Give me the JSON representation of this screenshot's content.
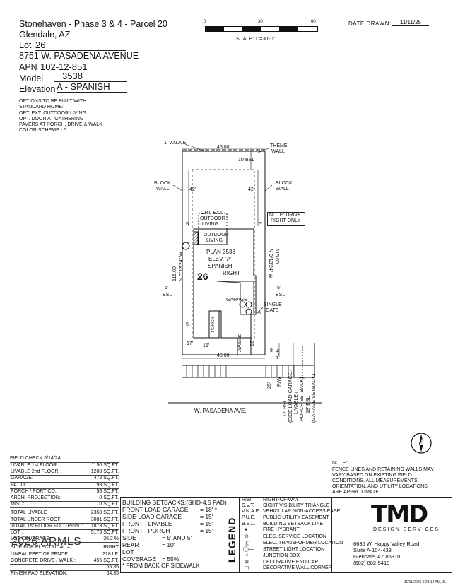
{
  "header": {
    "project": "Stonehaven - Phase 3 & 4 - Parcel 20",
    "city": "Glendale, AZ",
    "lot_label": "Lot",
    "lot": "26",
    "address": "8751 W. PASADENA AVENUE",
    "apn_label": "APN",
    "apn": "102-12-851",
    "model_label": "Model",
    "model": "3538",
    "elevation_label": "Elevation",
    "elevation": "A - SPANISH"
  },
  "options": {
    "title": "OPTIONS TO BE BUILT WITH",
    "title2": "STANDARD HOME:",
    "items": [
      "OPT. EXT. OUTDOOR LIVING",
      "OPT. DOOR AT GATHERING",
      "PAVERS AT PORCH, DRIVE & WALK",
      "COLOR SCHEME - 5"
    ]
  },
  "scale": {
    "ticks": [
      "0",
      "30",
      "60"
    ],
    "label": "SCALE:  1\"=30'-0\""
  },
  "date": {
    "label": "DATE DRAWN:",
    "value": "11/11/25"
  },
  "plan": {
    "vnae": "1' V.N.A.E.",
    "top_dim": "45.00'",
    "theme_wall": "THEME",
    "theme_wall2": "WALL",
    "rear_setback": "10'",
    "rear_bsl": "BSL",
    "block_wall_left": "BLOCK",
    "block_wall_left2": "WALL",
    "block_wall_right": "BLOCK",
    "block_wall_right2": "WALL",
    "dim_42_left": "42'",
    "dim_42_right": "42'",
    "opt_ext": "OPT. EXT.",
    "opt_ext2": "OUTDOOR",
    "opt_ext3": "LIVING",
    "note_drive": "NOTE: DRIVE",
    "note_drive2": "RIGHT ONLY",
    "outdoor": "OUTDOOR",
    "living": "LIVING",
    "plan_name": "PLAN 3538",
    "elev": "ELEV. 'A'",
    "spanish": "SPANISH",
    "right": "RIGHT",
    "lot_num": "26",
    "left_bearing": "115.00'",
    "left_bearing2": "N 0°13'24\" W",
    "right_bearing": "N 0°13'24\" W",
    "right_bearing2": "115.00'",
    "bsl5_left": "5'",
    "bsl_left": "BSL",
    "bsl5_right": "5'",
    "bsl_right": "BSL",
    "garage": "GARAGE",
    "single_gate": "SINGLE",
    "single_gate2": "GATE",
    "porch": "PORCH",
    "driveway": "DRIVEWAY",
    "dim_5a": "5'",
    "dim_5b": "5'",
    "dim_5c": "5'",
    "dim_5d": "5'",
    "dim_17": "17'",
    "dim_15": "15'",
    "dim_22": "22'",
    "dim_8": "8'",
    "pue": "PUE",
    "bottom_dim": "45.00'",
    "row_dim": "25'",
    "row_lbl": "R/W",
    "bsl12": "12' BSL",
    "bsl12b": "(SIDE LOAD GARAGE /",
    "bsl12c": "LIVABLE /",
    "bsl12d": "PORCH SETBACK)",
    "bsl18": "18' BSL",
    "bsl18b": "(GARAGE SETBACK)",
    "street": "W. PASADENA AVE."
  },
  "north": "N",
  "note": {
    "title": "NOTE:",
    "text": [
      "FENCE LINES AND RETAINING WALLS MAY",
      "VARY BASED ON EXISTING FIELD",
      "CONDITIONS. ALL MEASUREMENTS,",
      "ORIENTATION, AND UTILITY LOCATIONS",
      "ARE APPROXIMATE."
    ]
  },
  "field_check": {
    "title": "FIELD CHECK 5/14/24",
    "rows": [
      [
        "LIVABLE 1st FLOOR",
        "1150 SQ.FT."
      ],
      [
        "LIVABLE 2nd FLOOR:",
        "1208 SQ.FT."
      ],
      [
        "GARAGE:",
        "472 SQ.FT."
      ],
      [
        "PATIO:",
        "193 SQ.FT."
      ],
      [
        "PORCH / PORTICO:",
        "58 SQ.FT."
      ],
      [
        "ARCH. PROJECTION:",
        "0 SQ.FT."
      ],
      [
        "MISC:",
        "0 SQ.FT."
      ]
    ],
    "rows2": [
      [
        "TOTAL LIVABLE :",
        "2358 SQ.FT."
      ],
      [
        "TOTAL UNDER ROOF:",
        "3081 SQ.FT."
      ],
      [
        "TOTAL 1st FLOOR FOOTPRINT:",
        "1873 SQ.FT."
      ],
      [
        "LOT :",
        "5175 SQ.FT."
      ],
      [
        "LOT COVERAGE:",
        "36.2 %"
      ]
    ],
    "rows3": [
      [
        "SIDE FOR ELECTRICAL =",
        "RIGHT"
      ],
      [
        "LINEAL FEET OF FENCE:",
        "218 LF."
      ],
      [
        "CONCRETE DRIVE / WALK :",
        "456 SQ.FT."
      ],
      [
        "",
        "65.35"
      ],
      [
        "FINISH PAD ELEVATION:",
        "64.35"
      ]
    ]
  },
  "setbacks": {
    "title": "BUILDING SETBACKS:(SHD-4.5 PAD)",
    "rows": [
      [
        "FRONT LOAD GARAGE",
        "= 18' *"
      ],
      [
        "SIDE LOAD GARAGE",
        "= 15'"
      ],
      [
        "FRONT - LIVABLE",
        "= 15'"
      ],
      [
        "FRONT - PORCH",
        "= 15'"
      ],
      [
        "SIDE",
        "= 5' AND 5'"
      ],
      [
        "REAR",
        "= 10'"
      ],
      [
        "LOT COVERAGE",
        "= 55%"
      ]
    ],
    "footnote": "* FROM BACK OF SIDEWALK"
  },
  "legend": {
    "title": "LEGEND",
    "rows": [
      [
        "R/W",
        "RIGHT-OF-WAY"
      ],
      [
        "S.V.T.",
        "SIGHT VISIBILITY TRIANGLE"
      ],
      [
        "V.N.A.E.",
        "VEHICULAR NON-ACCESS EASE."
      ],
      [
        "P.U.E.",
        "PUBLIC UTILITY EASEMENT"
      ],
      [
        "B.S.L.",
        "BUILDING SETBACK LINE"
      ],
      [
        "",
        "FIRE HYDRANT"
      ],
      [
        "",
        "ELEC. SERVICE LOCATION"
      ],
      [
        "",
        "ELEC. TRANSFORMER LOCATION"
      ],
      [
        "",
        "STREET LIGHT LOCATION"
      ],
      [
        "",
        "JUNCTION BOX"
      ],
      [
        "",
        "DECORATIVE END CAP"
      ],
      [
        "",
        "DECORATIVE WALL CORNER"
      ]
    ]
  },
  "company": {
    "logo": "TMD",
    "tagline": "DESIGN SERVICES",
    "addr1": "6635 W. Happy Valley Road",
    "addr2": "Suite A-104-438",
    "addr3": "Glendale, AZ 85310",
    "phone": "(602) 882-5419"
  },
  "watermark": "2026 ARMLS",
  "timestamp": "11/11/2025 9:23:18 AM, JL"
}
